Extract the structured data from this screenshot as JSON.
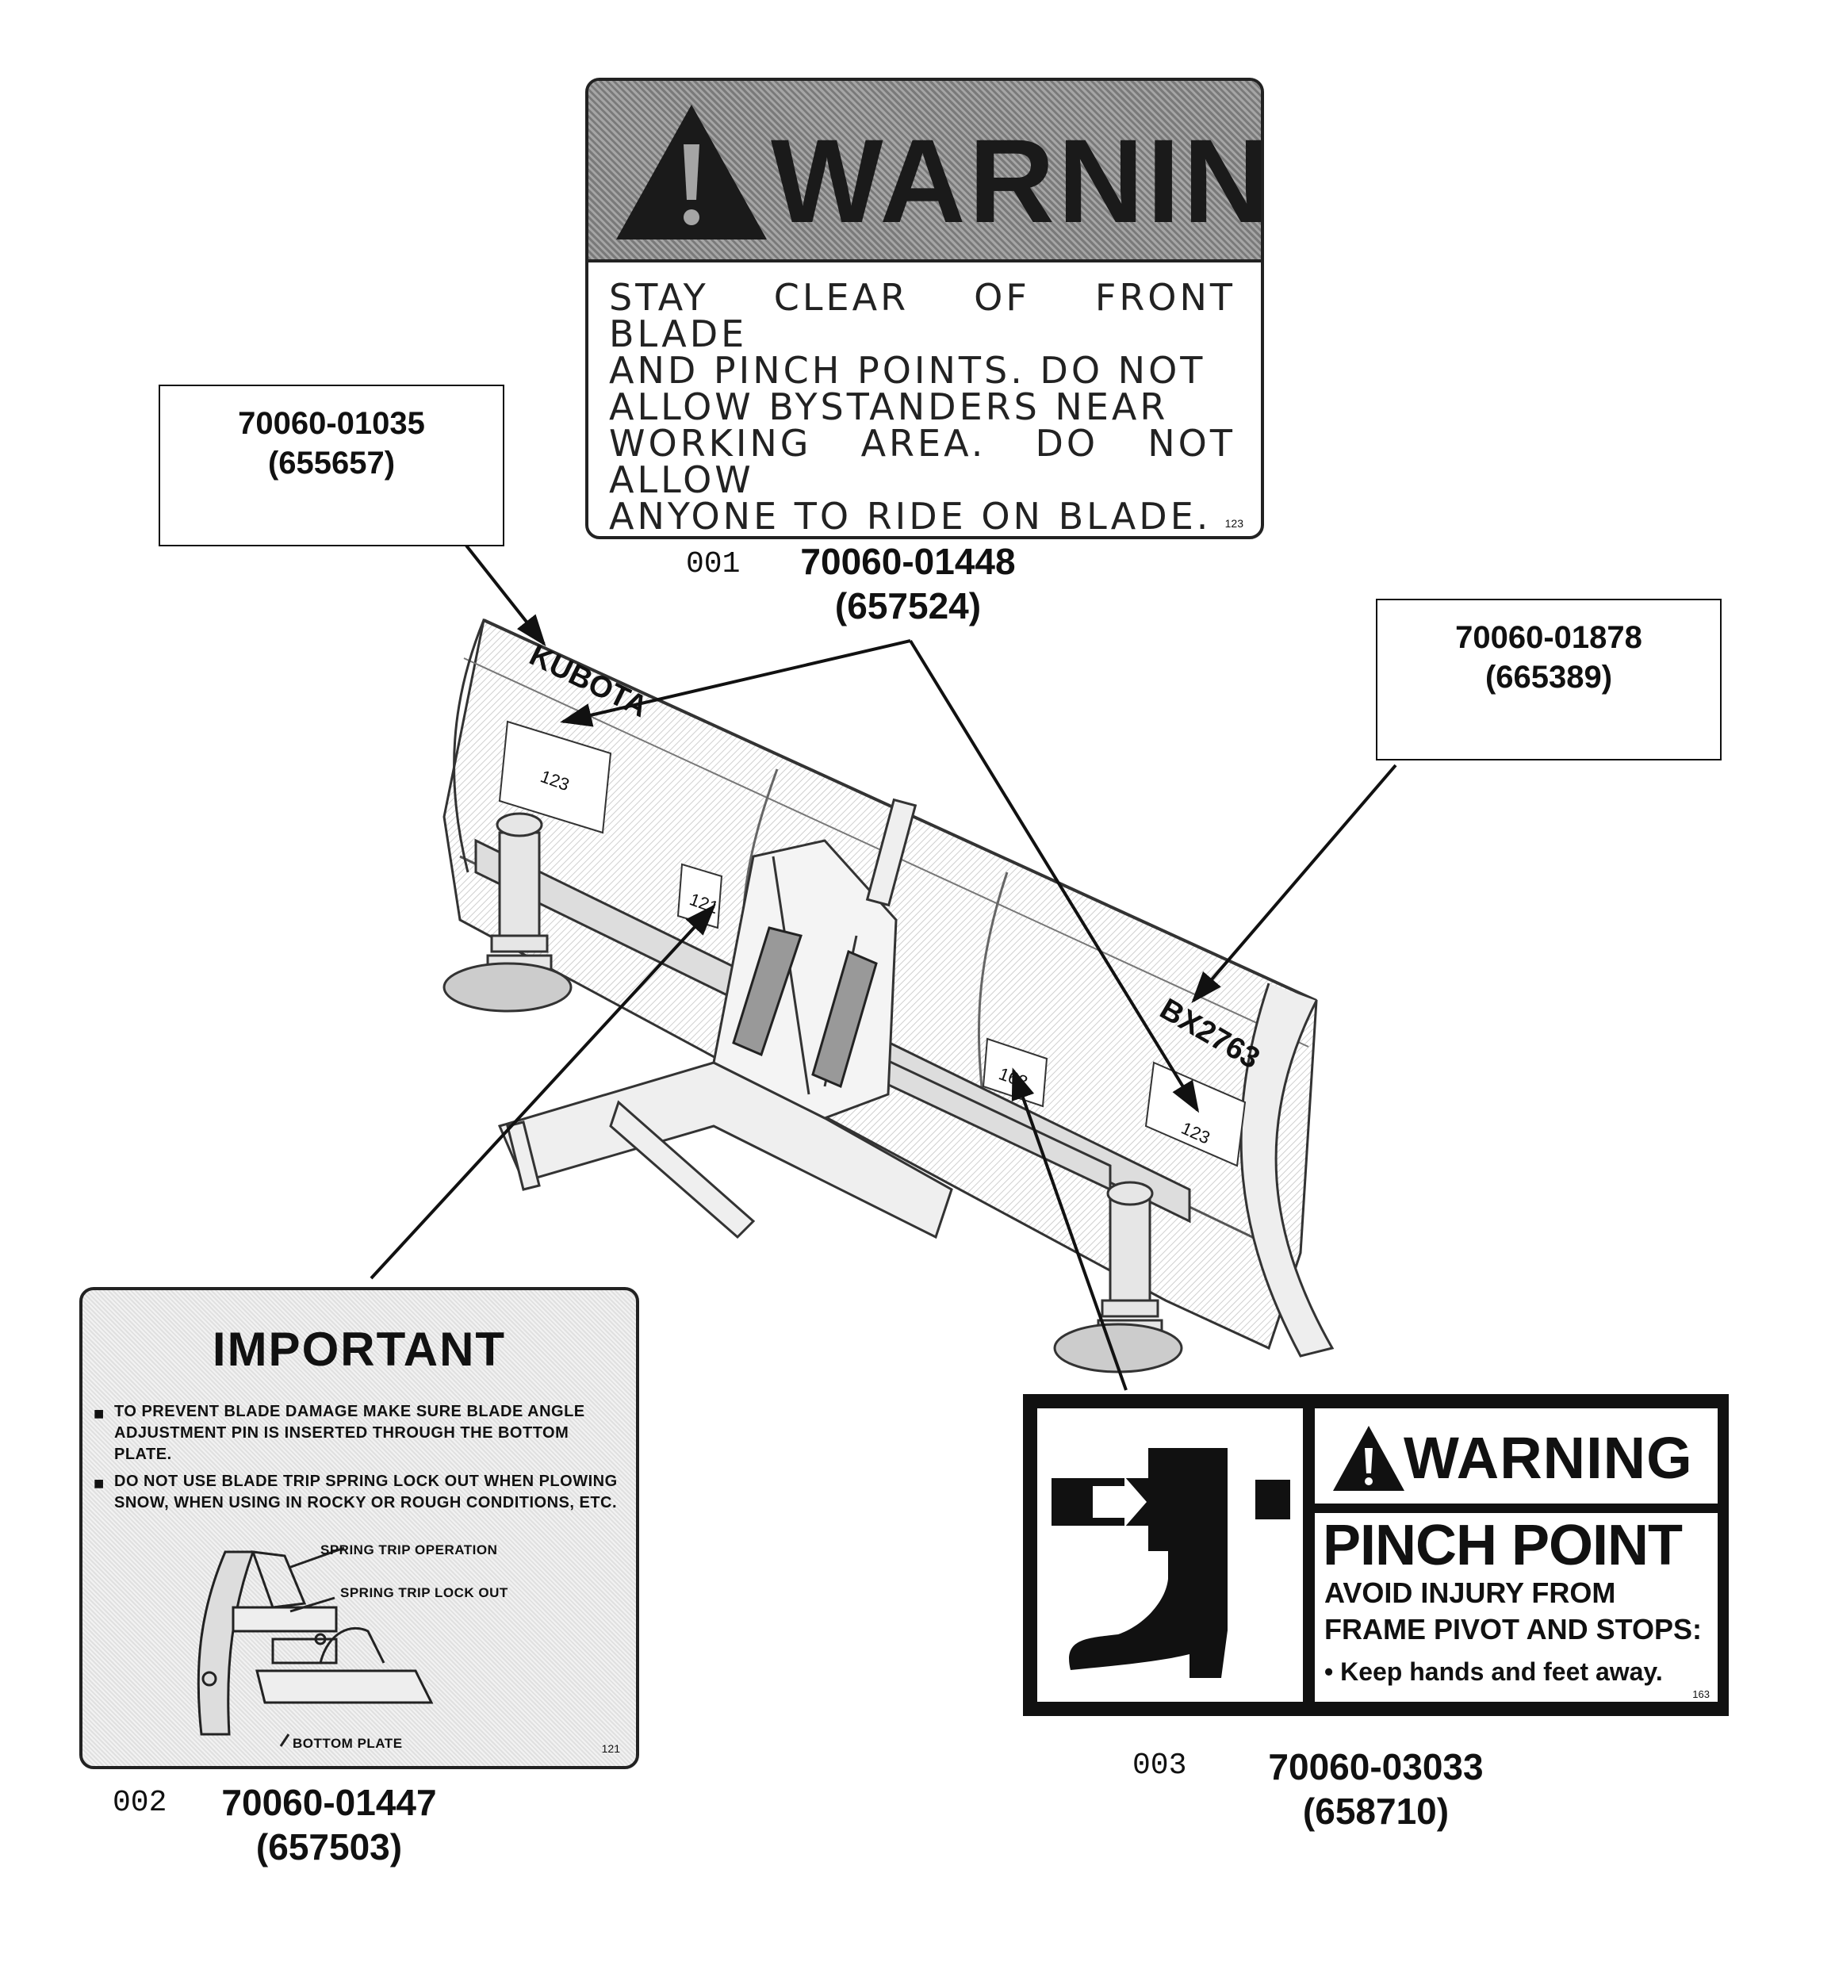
{
  "callouts": [
    {
      "part": "70060-01035",
      "ref": "(655657)"
    },
    {
      "part": "70060-01878",
      "ref": "(665389)"
    }
  ],
  "decals": {
    "d001": {
      "seq": "001",
      "part": "70060-01448",
      "ref": "(657524)",
      "heading": "WARNING",
      "lines": [
        "STAY CLEAR OF FRONT BLADE",
        "AND PINCH POINTS. DO NOT",
        "ALLOW BYSTANDERS NEAR",
        "WORKING AREA. DO NOT ALLOW",
        "ANYONE TO RIDE ON BLADE."
      ],
      "code": "123"
    },
    "d002": {
      "seq": "002",
      "part": "70060-01447",
      "ref": "(657503)",
      "heading": "IMPORTANT",
      "bullet1": "TO PREVENT BLADE DAMAGE MAKE SURE BLADE ANGLE ADJUSTMENT PIN IS INSERTED THROUGH THE BOTTOM PLATE.",
      "bullet2": "DO NOT USE BLADE TRIP SPRING LOCK OUT WHEN PLOWING SNOW, WHEN USING IN ROCKY OR ROUGH CONDITIONS, ETC.",
      "label_trip": "SPRING TRIP OPERATION",
      "label_lockout": "SPRING TRIP LOCK OUT",
      "label_plate": "BOTTOM PLATE",
      "code": "121"
    },
    "d003": {
      "seq": "003",
      "part": "70060-03033",
      "ref": "(658710)",
      "heading": "WARNING",
      "title": "PINCH POINT",
      "line1": "AVOID INJURY FROM",
      "line2": "FRAME PIVOT AND STOPS:",
      "line3": "• Keep hands and feet away.",
      "code": "163"
    }
  },
  "blade": {
    "brand": "KUBOTA",
    "model": "BX2763",
    "tags": [
      "123",
      "121",
      "163",
      "123"
    ]
  }
}
